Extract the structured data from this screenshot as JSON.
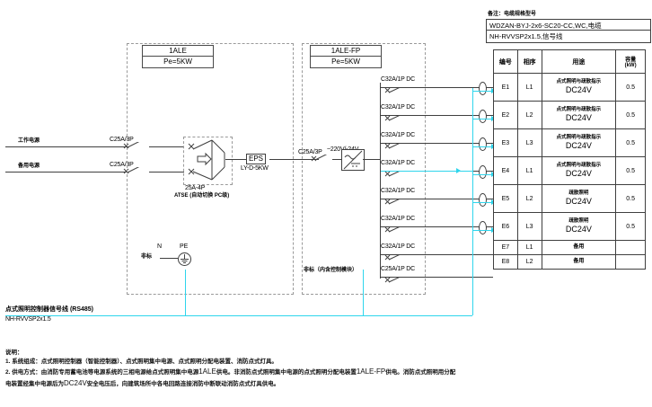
{
  "title_block": {
    "cable_spec_caption": "备注：电缆规格型号",
    "cable_line1": "WDZAN-BYJ-2x6-SC20-CC,WC,电缆",
    "cable_line2": "NH-RVVSP2x1.5,信号线"
  },
  "table": {
    "headers": [
      "编号",
      "相序",
      "用途",
      "容量\n(kW)"
    ],
    "header_no": "编号",
    "header_phase": "相序",
    "header_use": "用途",
    "header_cap_line1": "容量",
    "header_cap_line2": "(kW)",
    "rows": [
      {
        "no": "E1",
        "phase": "L1",
        "use_cn": "点式照明与疏散指示",
        "use_en": "DC24V",
        "cap": "0.5"
      },
      {
        "no": "E2",
        "phase": "L2",
        "use_cn": "点式照明与疏散指示",
        "use_en": "DC24V",
        "cap": "0.5"
      },
      {
        "no": "E3",
        "phase": "L3",
        "use_cn": "点式照明与疏散指示",
        "use_en": "DC24V",
        "cap": "0.5"
      },
      {
        "no": "E4",
        "phase": "L1",
        "use_cn": "点式照明与疏散指示",
        "use_en": "DC24V",
        "cap": "0.5"
      },
      {
        "no": "E5",
        "phase": "L2",
        "use_cn": "疏散照明",
        "use_en": "DC24V",
        "cap": "0.5"
      },
      {
        "no": "E6",
        "phase": "L3",
        "use_cn": "疏散照明",
        "use_en": "DC24V",
        "cap": "0.5"
      },
      {
        "no": "E7",
        "phase": "L1",
        "use_cn": "备用",
        "use_en": "",
        "cap": ""
      },
      {
        "no": "E8",
        "phase": "L2",
        "use_cn": "备用",
        "use_en": "",
        "cap": ""
      }
    ]
  },
  "panel_left": {
    "name": "1ALE",
    "power": "Pe=5KW",
    "source_working": "工作电源",
    "source_backup": "备用电源",
    "breaker_working": "C25A/3P",
    "breaker_backup": "C25A/3P",
    "atse_rating": "25A-4P",
    "atse_label": "ATSE (自动切换 PC级)",
    "eps_label": "EPS",
    "eps_model": "LY-D-5KW",
    "n_label": "N",
    "pe_label": "PE",
    "nonstandard": "非标"
  },
  "panel_right": {
    "name": "1ALE-FP",
    "power": "Pe=5KW",
    "incoming_breaker": "C25A/3P",
    "converter_label": "~220V/-24V",
    "nonstandard": "非标（内含控制模块）",
    "feeder_breakers": [
      "C32A/1P DC",
      "C32A/1P DC",
      "C32A/1P DC",
      "C32A/1P DC",
      "C32A/1P DC",
      "C32A/1P DC",
      "C32A/1P DC",
      "C25A/1P DC"
    ]
  },
  "signal_bus": {
    "label": "点式照明控制器信号线 (RS485)",
    "cable": "NH-RVVSP2x1.5"
  },
  "notes": {
    "heading": "说明：",
    "line1": "1. 系统组成：点式照明控制器（智能控制器）、点式照明集中电源、点式照明分配电装置、消防点式灯具。",
    "line2_a": "2. 供电方式：由消防专用蓄电池等电源系统的三相电源给点式照明集中电源",
    "line2_b": "1ALE",
    "line2_c": "供电。非消防点式照明集中电源的点式照明分配电装置",
    "line2_d": "1ALE-FP",
    "line2_e": "供电。消防点式照明用分配",
    "line3_a": "电装置经集中电源后为",
    "line3_b": "DC24V",
    "line3_c": "安全电压后，向建筑场所中各电回路连接消防中断联动消防点式灯具供电。"
  }
}
